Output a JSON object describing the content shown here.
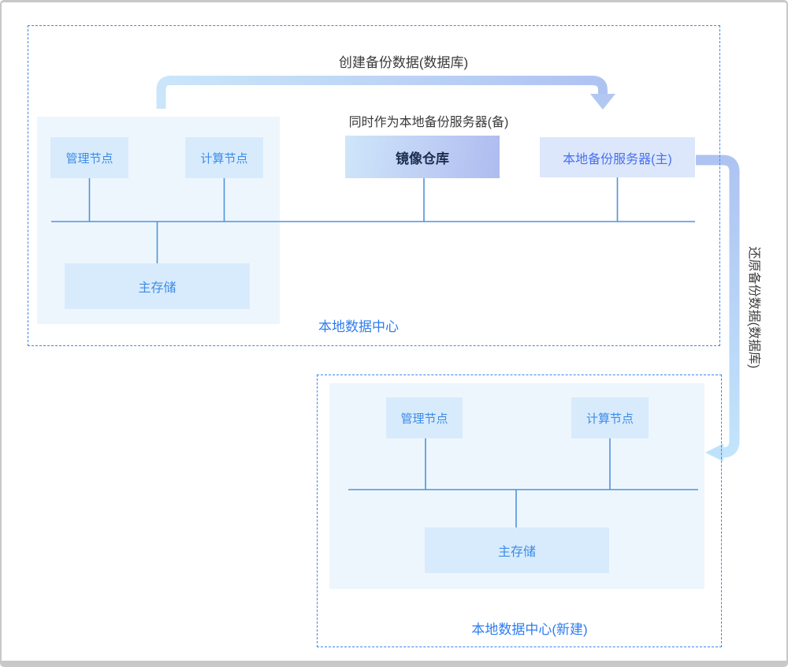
{
  "flows": {
    "create_backup_label": "创建备份数据(数据库)",
    "standby_note": "同时作为本地备份服务器(备)",
    "restore_backup_label": "还原备份数据(数据库)"
  },
  "datacenter_primary": {
    "label": "本地数据中心",
    "nodes": {
      "management": "管理节点",
      "compute": "计算节点",
      "mirror_repo": "镜像仓库",
      "local_backup_server": "本地备份服务器(主)",
      "primary_storage": "主存储"
    }
  },
  "datacenter_new": {
    "label": "本地数据中心(新建)",
    "nodes": {
      "management": "管理节点",
      "compute": "计算节点",
      "primary_storage": "主存储"
    }
  },
  "colors": {
    "dashed_border": "#3d85f3",
    "node_bg": "#d8ebfc",
    "node_text": "#3c8ce8",
    "backup_server_bg": "#dde7fb",
    "backup_server_text": "#4671ee",
    "mirror_gradient_start": "#cfe6fa",
    "mirror_gradient_end": "#aebbf0",
    "mirror_text": "#1c2d50",
    "cluster_bg": "#eef6fd",
    "connector_line": "#4f93de",
    "dc_label_text": "#2e7cf0",
    "flow_text": "#3a3a3a",
    "arrow_gradient_light": "#cbe6fa",
    "arrow_gradient_periwinkle": "#aec3f2",
    "window_frame": "#c8c8c8"
  }
}
